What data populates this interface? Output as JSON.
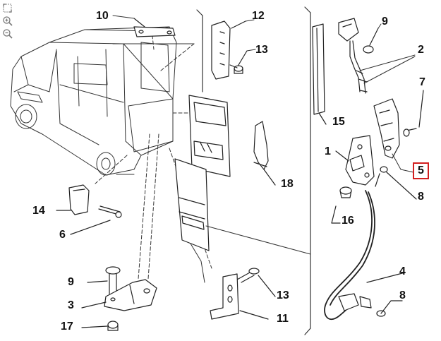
{
  "viewer": {
    "tools": [
      {
        "icon": "fit-window-icon"
      },
      {
        "icon": "zoom-in-icon"
      },
      {
        "icon": "zoom-out-icon"
      }
    ]
  },
  "diagram": {
    "highlight_color": "#d21f1f",
    "callouts": {
      "c10": "10",
      "c12": "12",
      "c13a": "13",
      "c9a": "9",
      "c2": "2",
      "c7": "7",
      "c15": "15",
      "c1": "1",
      "c5": "5",
      "c8a": "8",
      "c18": "18",
      "c14": "14",
      "c6": "6",
      "c16": "16",
      "c9b": "9",
      "c3": "3",
      "c17": "17",
      "c13b": "13",
      "c11": "11",
      "c4": "4",
      "c8b": "8"
    }
  }
}
